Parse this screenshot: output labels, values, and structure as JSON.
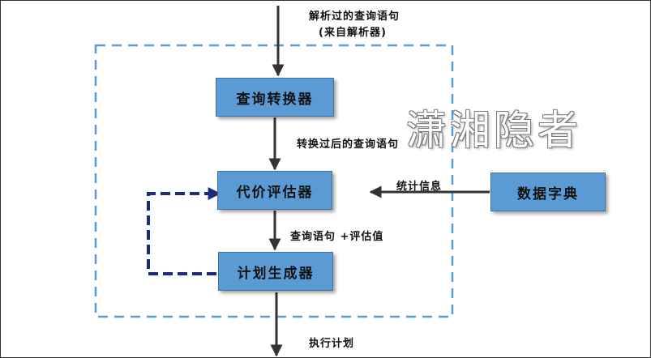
{
  "colors": {
    "box_fill": "#5b9bd5",
    "box_border": "#41719c",
    "boundary": "#5b9bd5",
    "feedback": "#1f2a7a",
    "arrow": "#333333"
  },
  "labels": {
    "input_line1": "解析过的查询语句",
    "input_line2": "(来自解析器)",
    "after_transform": "转换过后的查询语句",
    "query_plus_cost": "查询语句 +评估值",
    "statistics": "统计信息",
    "output": "执行计划"
  },
  "nodes": {
    "query_transformer": "查询转换器",
    "cost_estimator": "代价评估器",
    "plan_generator": "计划生成器",
    "data_dictionary": "数据字典"
  },
  "watermark": "潇湘隐者"
}
